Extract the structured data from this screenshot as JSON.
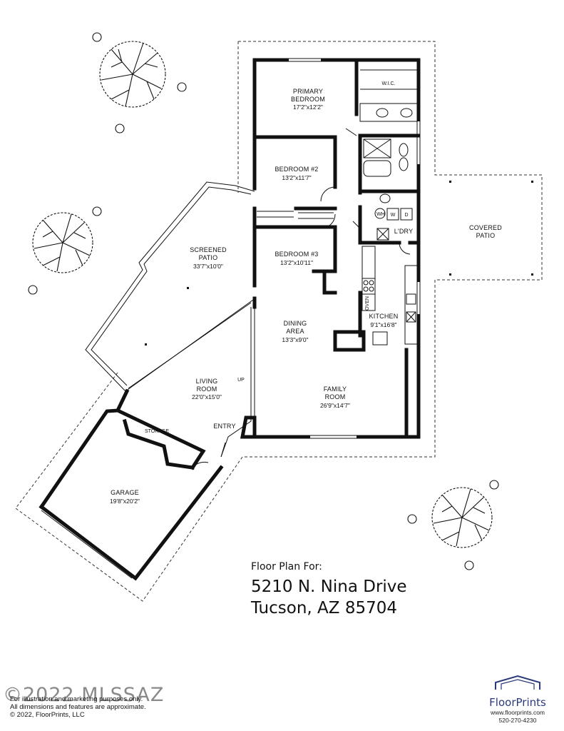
{
  "rooms": {
    "primary_bedroom": {
      "name_line1": "PRIMARY",
      "name_line2": "BEDROOM",
      "dims": "17'2\"x12'2\""
    },
    "wic": {
      "name": "W.I.C."
    },
    "bedroom2": {
      "name": "BEDROOM #2",
      "dims": "13'2\"x11'7\""
    },
    "bedroom3": {
      "name": "BEDROOM #3",
      "dims": "13'2\"x10'11\""
    },
    "screened_patio": {
      "name_line1": "SCREENED",
      "name_line2": "PATIO",
      "dims": "33'7\"x10'0\""
    },
    "covered_patio": {
      "name_line1": "COVERED",
      "name_line2": "PATIO"
    },
    "laundry": {
      "name": "L'DRY",
      "washer": "W",
      "dryer": "D",
      "water_heater": "WH"
    },
    "kitchen": {
      "name": "KITCHEN",
      "dims": "9'1\"x16'8\"",
      "oven": "OVEN"
    },
    "dining": {
      "name_line1": "DINING",
      "name_line2": "AREA",
      "dims": "13'3\"x9'0\""
    },
    "living": {
      "name_line1": "LIVING",
      "name_line2": "ROOM",
      "dims": "22'0\"x15'0\"",
      "up": "UP"
    },
    "family": {
      "name_line1": "FAMILY",
      "name_line2": "ROOM",
      "dims": "26'9\"x14'7\""
    },
    "entry": {
      "name": "ENTRY"
    },
    "storage": {
      "name": "STORAGE"
    },
    "garage": {
      "name": "GARAGE",
      "dims": "19'8\"x20'2\""
    }
  },
  "address": {
    "heading": "Floor Plan For:",
    "street": "5210 N. Nina Drive",
    "city": "Tucson, AZ  85704"
  },
  "disclaimer": {
    "line1": "For illustration and marketing purposes only.",
    "line2": "All dimensions and features are approximate.",
    "line3": "© 2022, FloorPrints, LLC"
  },
  "watermark": "©2022 MLSSAZ",
  "brand": {
    "name": "FloorPrints",
    "website": "www.floorprints.com",
    "phone": "520-270-4230",
    "color": "#2a3a7a"
  }
}
